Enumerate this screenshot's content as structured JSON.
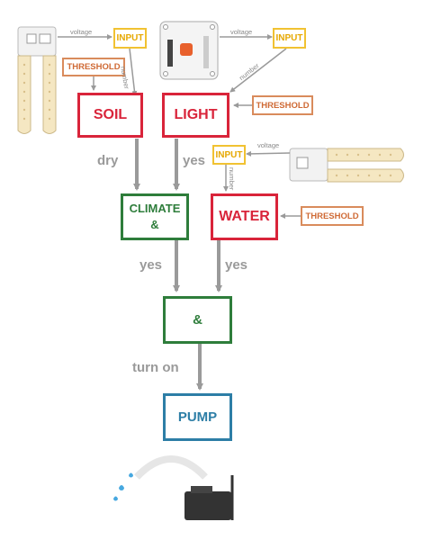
{
  "nodes": {
    "soil": "SOIL",
    "light": "LIGHT",
    "climate_line1": "CLIMATE",
    "climate_line2": "&",
    "water": "WATER",
    "and": "&",
    "pump": "PUMP"
  },
  "inputs": {
    "input_left": "INPUT",
    "input_right": "INPUT",
    "input_mid": "INPUT"
  },
  "thresholds": {
    "soil": "THRESHOLD",
    "light": "THRESHOLD",
    "water": "THRESHOLD"
  },
  "edge_labels": {
    "soil_to_climate": "dry",
    "light_to_climate": "yes",
    "climate_to_and": "yes",
    "water_to_and": "yes",
    "and_to_pump": "turn on"
  },
  "small_labels": {
    "voltage_left": "voltage",
    "voltage_right": "voltage",
    "voltage_water": "voltage",
    "number_left": "number",
    "number_right": "number",
    "number_mid": "number"
  },
  "colors": {
    "red": "#d9243a",
    "green": "#2e7d3b",
    "blue": "#2d7ea6",
    "input_yellow": "#f1c232",
    "threshold_orange": "#d98b5c",
    "arrow_gray": "#9a9a9a"
  }
}
